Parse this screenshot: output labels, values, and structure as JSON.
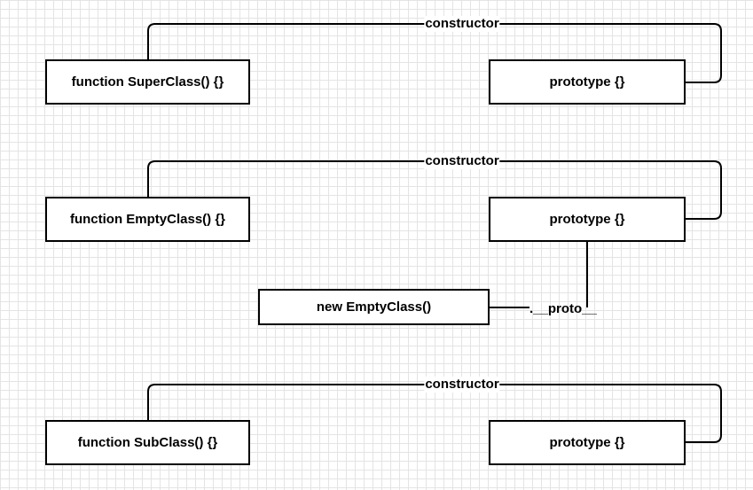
{
  "groups": [
    {
      "class_box": "function SuperClass() {}",
      "prototype_box": "prototype {}",
      "constructor_label": "constructor"
    },
    {
      "class_box": "function EmptyClass() {}",
      "prototype_box": "prototype {}",
      "constructor_label": "constructor",
      "instance_box": "new EmptyClass()",
      "proto_label": ".__proto__"
    },
    {
      "class_box": "function SubClass() {}",
      "prototype_box": "prototype {}",
      "constructor_label": "constructor"
    }
  ]
}
